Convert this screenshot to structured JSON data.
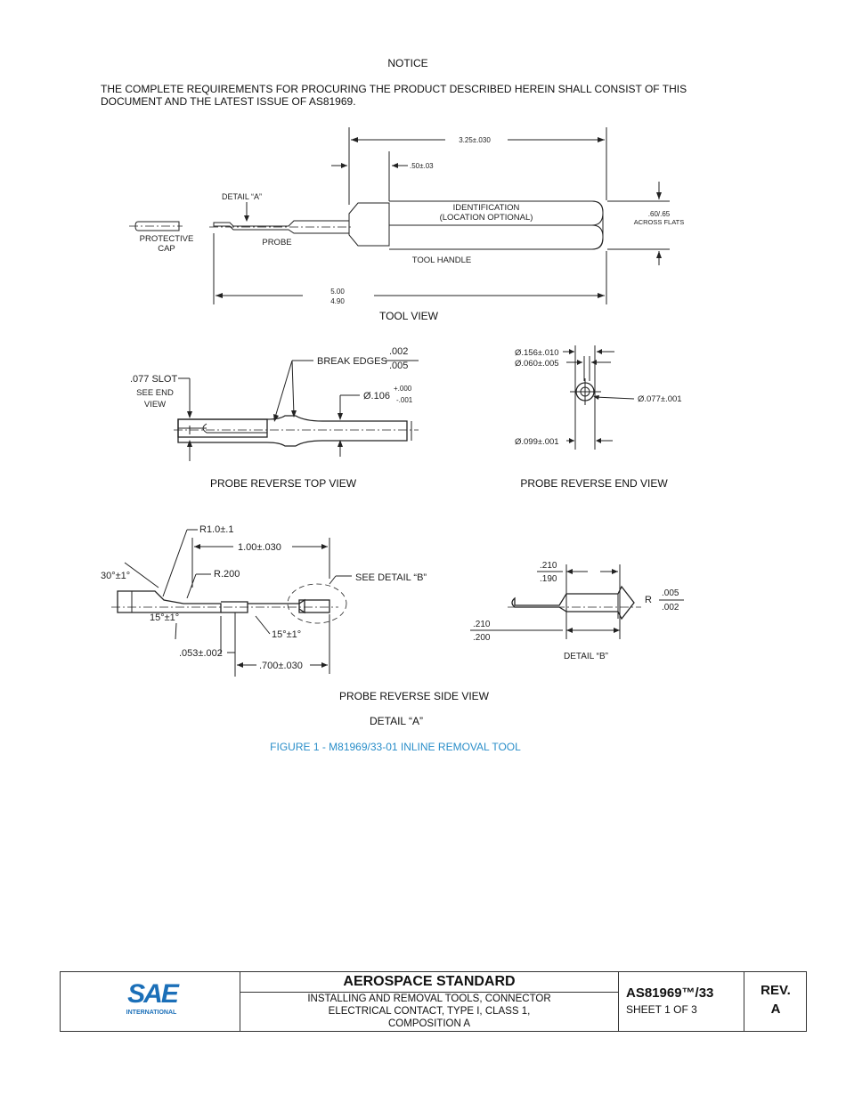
{
  "notice": {
    "heading": "NOTICE",
    "body": "THE COMPLETE REQUIREMENTS FOR PROCURING THE PRODUCT DESCRIBED HEREIN SHALL CONSIST OF THIS DOCUMENT AND THE LATEST ISSUE OF AS81969."
  },
  "tool_view": {
    "dim_overall_top": "3.25±.030",
    "dim_short": ".50±.03",
    "detail_a_label": "DETAIL “A”",
    "identification_line1": "IDENTIFICATION",
    "identification_line2": "(LOCATION OPTIONAL)",
    "across_line1": ".60/.65",
    "across_line2": "ACROSS FLATS",
    "protective_cap_line1": "PROTECTIVE",
    "protective_cap_line2": "CAP",
    "probe_label": "PROBE",
    "tool_handle_label": "TOOL HANDLE",
    "dim_length_upper": "5.00",
    "dim_length_lower": "4.90",
    "caption": "TOOL VIEW"
  },
  "top_view": {
    "slot_label": ".077 SLOT",
    "see_end_line1": "SEE END",
    "see_end_line2": "VIEW",
    "break_edges": "BREAK EDGES",
    "break_upper": ".002",
    "break_lower": ".005",
    "diam_base": "Ø.106",
    "diam_plus": "+.000",
    "diam_minus": "-.001",
    "caption": "PROBE REVERSE TOP VIEW"
  },
  "end_view": {
    "dim_a": "Ø.156±.010",
    "dim_b": "Ø.060±.005",
    "dim_c": "Ø.077±.001",
    "dim_d": "Ø.099±.001",
    "caption": "PROBE REVERSE END VIEW"
  },
  "side_view": {
    "r1": "R1.0±.1",
    "len": "1.00±.030",
    "angle30": "30°±1°",
    "r200": "R.200",
    "see_detail_b": "SEE DETAIL “B”",
    "angle15a": "15°±1°",
    "angle15b": "15°±1°",
    "dim053": ".053±.002",
    "dim700": ".700±.030",
    "caption": "PROBE REVERSE SIDE VIEW"
  },
  "detail_b": {
    "top_upper": ".210",
    "top_lower": ".190",
    "bot_upper": ".210",
    "bot_lower": ".200",
    "r_label": "R",
    "r_upper": ".005",
    "r_lower": ".002",
    "caption": "DETAIL “B”"
  },
  "detail_a_caption": "DETAIL “A”",
  "figure_caption": "FIGURE 1 - M81969/33-01 INLINE REMOVAL TOOL",
  "title_block": {
    "logo_text": "SAE",
    "logo_sub": "INTERNATIONAL",
    "standard": "AEROSPACE STANDARD",
    "desc_line1": "INSTALLING AND REMOVAL TOOLS, CONNECTOR",
    "desc_line2": "ELECTRICAL CONTACT, TYPE I, CLASS 1,",
    "desc_line3": "COMPOSITION A",
    "doc_number": "AS81969™/33",
    "sheet": "SHEET 1 OF 3",
    "rev_label": "REV.",
    "rev_value": "A"
  },
  "colors": {
    "caption": "#2a8ec9",
    "ink": "#222222"
  }
}
